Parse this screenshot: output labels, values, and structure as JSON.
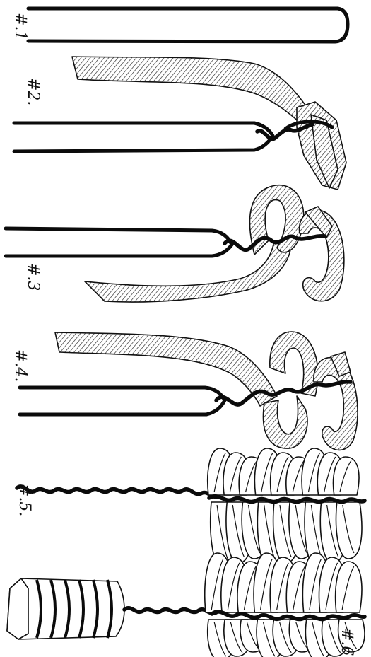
{
  "figures": [
    {
      "id": "fig1",
      "label": "#.1"
    },
    {
      "id": "fig2",
      "label": "#2."
    },
    {
      "id": "fig3",
      "label": "#.3"
    },
    {
      "id": "fig4",
      "label": "#.4."
    },
    {
      "id": "fig5",
      "label": "#.5."
    },
    {
      "id": "fig6",
      "label": "#.6"
    }
  ],
  "colors": {
    "ink": "#0b0b0b",
    "paper": "#ffffff"
  },
  "icons": [
    "hairpin-wire",
    "hatched-ribbon",
    "twisted-wire",
    "ribbon-loop",
    "crimped-fringe",
    "wrapped-bundle"
  ]
}
